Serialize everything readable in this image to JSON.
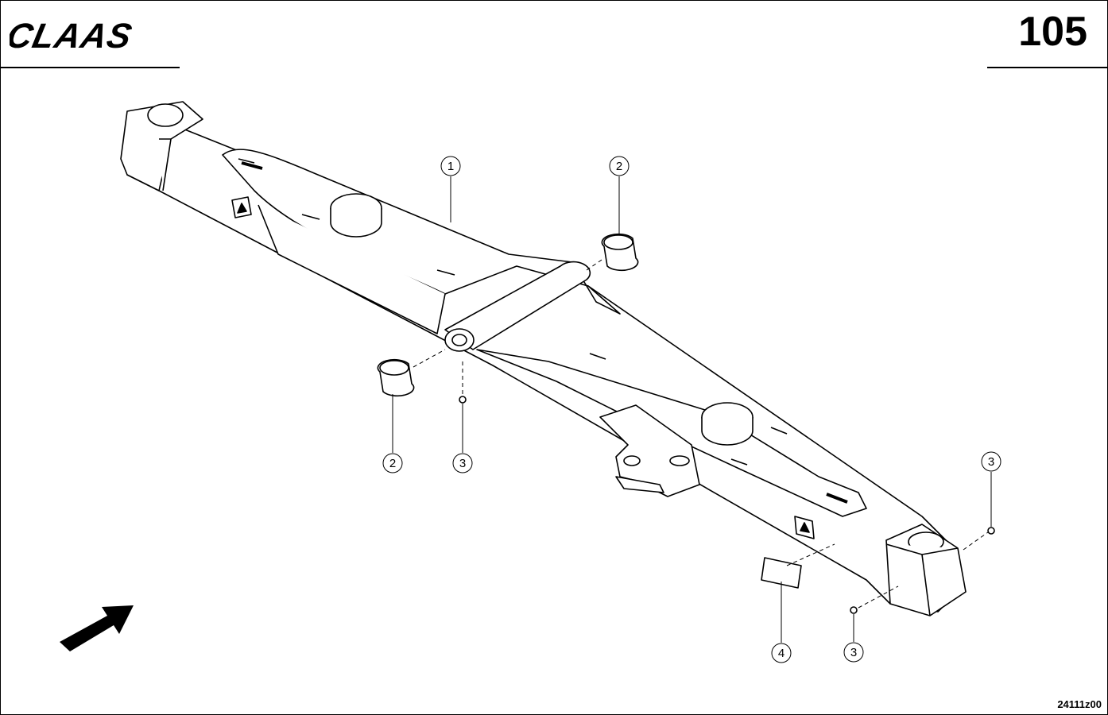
{
  "header": {
    "brand": "CLAAS",
    "page_number": "105"
  },
  "footer": {
    "drawing_id": "24111z00"
  },
  "callouts": [
    "1",
    "2",
    "2",
    "3",
    "3",
    "3",
    "4"
  ],
  "colors": {
    "line": "#000000",
    "background": "#ffffff"
  },
  "icons": {
    "direction_arrow": "arrow-icon"
  }
}
